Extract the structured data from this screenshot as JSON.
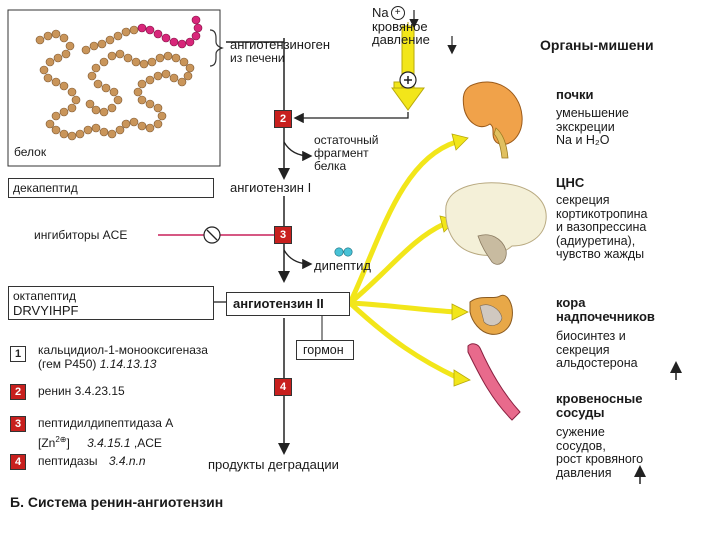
{
  "title": "Б. Система ренин-ангиотензин",
  "substances": {
    "angiotensinogen": "ангиотензиноген",
    "from_liver": "из печени",
    "protein": "белок",
    "decapeptide": "декапептид",
    "angiotensin_1": "ангиотензин I",
    "residual_1": "остаточный",
    "residual_2": "фрагмент",
    "residual_3": "белка",
    "ace_inhibitors": "ингибиторы ACE",
    "dipeptide": "дипептид",
    "octapeptide": "октапептид",
    "sequence": "DRVYIHPF",
    "angiotensin_2": "ангиотензин II",
    "hormone": "гормон",
    "degradation": "продукты деградации"
  },
  "stimulus": {
    "na": "Na",
    "pressure_1": "кровяное",
    "pressure_2": "давление"
  },
  "steps": [
    "2",
    "3",
    "4"
  ],
  "targets": {
    "header": "Органы-мишени",
    "kidney": {
      "name": "почки",
      "l1": "уменьшение",
      "l2": "экскреции",
      "l3": "Na и H₂O"
    },
    "cns": {
      "name": "ЦНС",
      "l1": "секреция",
      "l2": "кортикотропина",
      "l3": "и вазопрессина",
      "l4": "(адиуретина),",
      "l5": "чувство жажды"
    },
    "adrenal": {
      "name1": "кора",
      "name2": "надпочечников",
      "l1": "биосинтез и",
      "l2": "секреция",
      "l3": "альдостерона"
    },
    "vessels": {
      "name1": "кровеносные",
      "name2": "сосуды",
      "l1": "сужение",
      "l2": "сосудов,",
      "l3": "рост кровяного",
      "l4": "давления"
    }
  },
  "legend": [
    {
      "num": "1",
      "l1": "кальцидиол-1-монооксигеназа",
      "l2": "(гем P450)",
      "ec": "1.14.13.13"
    },
    {
      "num": "2",
      "l1": "ренин",
      "ec": "3.4.23.15"
    },
    {
      "num": "3",
      "l1": "пептидилдипептидаза A",
      "l2": "[Zn",
      "sup": "2",
      "ec": "3.4.15.1",
      "extra": ",ACE"
    },
    {
      "num": "4",
      "l1": "пептидазы",
      "ec": "3.4.n.n"
    }
  ],
  "colors": {
    "step_red": "#c8201e",
    "arrow_yellow": "#f2e61a",
    "bead_pink": "#d8267a",
    "bead_tan": "#c9955a",
    "bead_cyan": "#47c2d6",
    "inhibitor": "#c8205a"
  }
}
